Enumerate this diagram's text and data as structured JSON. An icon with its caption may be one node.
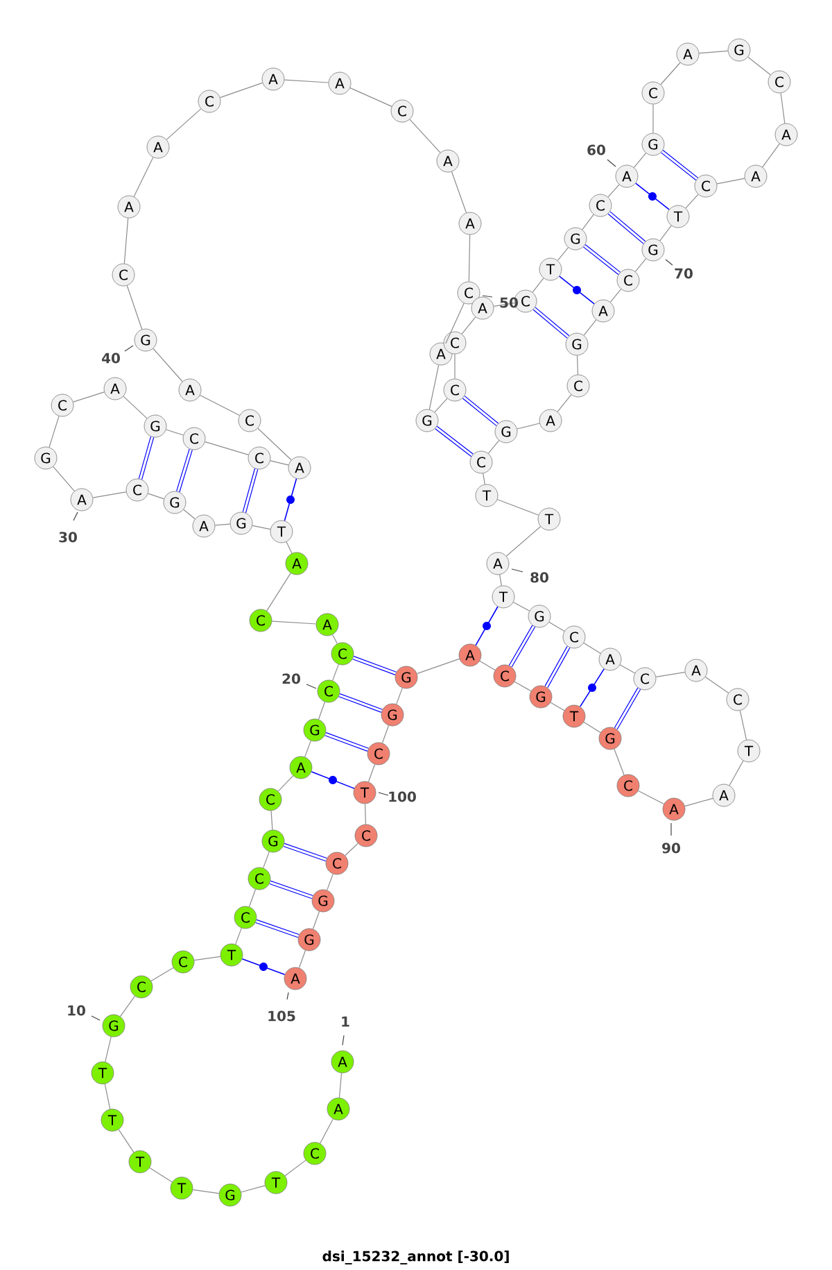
{
  "diagram": {
    "title": "dsi_15232_annot [-30.0]",
    "nodes": [
      {
        "text": [
          "A"
        ]
      },
      {
        "text": [
          "A"
        ]
      },
      {
        "text": [
          "C"
        ]
      },
      {
        "text": [
          "T"
        ]
      },
      {
        "text": [
          "G"
        ]
      },
      {
        "text": [
          "T"
        ]
      },
      {
        "text": [
          "T"
        ]
      },
      {
        "text": [
          "T"
        ]
      },
      {
        "text": [
          "T"
        ]
      },
      {
        "text": [
          "G"
        ]
      },
      {
        "text": [
          "C"
        ]
      },
      {
        "text": [
          "C"
        ]
      },
      {
        "text": [
          "T"
        ]
      },
      {
        "text": [
          "C"
        ]
      },
      {
        "text": [
          "C"
        ]
      },
      {
        "text": [
          "G"
        ]
      },
      {
        "text": [
          "C"
        ]
      },
      {
        "text": [
          "A"
        ]
      },
      {
        "text": [
          "G"
        ]
      },
      {
        "text": [
          "C"
        ]
      },
      {
        "text": [
          "C"
        ]
      },
      {
        "text": [
          "A"
        ]
      },
      {
        "text": [
          "C"
        ]
      },
      {
        "text": [
          "A"
        ]
      },
      {
        "text": [
          "T"
        ]
      },
      {
        "text": [
          "G"
        ]
      },
      {
        "text": [
          "A"
        ]
      },
      {
        "text": [
          "G"
        ]
      },
      {
        "text": [
          "C"
        ]
      },
      {
        "text": [
          "A"
        ]
      },
      {
        "text": [
          "G"
        ]
      },
      {
        "text": [
          "C"
        ]
      },
      {
        "text": [
          "A"
        ]
      },
      {
        "text": [
          "G"
        ]
      },
      {
        "text": [
          "C"
        ]
      },
      {
        "text": [
          "C"
        ]
      },
      {
        "text": [
          "A"
        ]
      },
      {
        "text": [
          "C"
        ]
      },
      {
        "text": [
          "A"
        ]
      },
      {
        "text": [
          "G"
        ]
      },
      {
        "text": [
          "C"
        ]
      },
      {
        "text": [
          "A"
        ]
      },
      {
        "text": [
          "A"
        ]
      },
      {
        "text": [
          "C"
        ]
      },
      {
        "text": [
          "A"
        ]
      },
      {
        "text": [
          "A"
        ]
      },
      {
        "text": [
          "C"
        ]
      },
      {
        "text": [
          "A"
        ]
      },
      {
        "text": [
          "A"
        ]
      },
      {
        "text": [
          "C"
        ]
      },
      {
        "text": [
          "A"
        ]
      },
      {
        "text": [
          "G"
        ]
      },
      {
        "text": [
          "C"
        ]
      },
      {
        "text": [
          "C"
        ]
      },
      {
        "text": [
          "A"
        ]
      },
      {
        "text": [
          "C"
        ]
      },
      {
        "text": [
          "T"
        ]
      },
      {
        "text": [
          "G"
        ]
      },
      {
        "text": [
          "C"
        ]
      },
      {
        "text": [
          "A"
        ]
      },
      {
        "text": [
          "G"
        ]
      },
      {
        "text": [
          "C"
        ]
      },
      {
        "text": [
          "A"
        ]
      },
      {
        "text": [
          "G"
        ]
      },
      {
        "text": [
          "C"
        ]
      },
      {
        "text": [
          "A"
        ]
      },
      {
        "text": [
          "A"
        ]
      },
      {
        "text": [
          "C"
        ]
      },
      {
        "text": [
          "T"
        ]
      },
      {
        "text": [
          "G"
        ]
      },
      {
        "text": [
          "C"
        ]
      },
      {
        "text": [
          "A"
        ]
      },
      {
        "text": [
          "G"
        ]
      },
      {
        "text": [
          "C"
        ]
      },
      {
        "text": [
          "A"
        ]
      },
      {
        "text": [
          "G"
        ]
      },
      {
        "text": [
          "C"
        ]
      },
      {
        "text": [
          "T"
        ]
      },
      {
        "text": [
          "T"
        ]
      },
      {
        "text": [
          "A"
        ]
      },
      {
        "text": [
          "T"
        ]
      },
      {
        "text": [
          "G"
        ]
      },
      {
        "text": [
          "C"
        ]
      },
      {
        "text": [
          "A"
        ]
      },
      {
        "text": [
          "C"
        ]
      },
      {
        "text": [
          "A"
        ]
      },
      {
        "text": [
          "C"
        ]
      },
      {
        "text": [
          "T"
        ]
      },
      {
        "text": [
          "A"
        ]
      },
      {
        "text": [
          "A"
        ]
      },
      {
        "text": [
          "C"
        ]
      },
      {
        "text": [
          "G"
        ]
      },
      {
        "text": [
          "T"
        ]
      },
      {
        "text": [
          "G"
        ]
      },
      {
        "text": [
          "C"
        ]
      },
      {
        "text": [
          "A"
        ]
      },
      {
        "text": [
          "G"
        ]
      },
      {
        "text": [
          "G"
        ]
      },
      {
        "text": [
          "C"
        ]
      },
      {
        "text": [
          "T"
        ]
      },
      {
        "text": [
          "C"
        ]
      },
      {
        "text": [
          "C"
        ]
      },
      {
        "text": [
          "G"
        ]
      },
      {
        "text": [
          "G"
        ]
      },
      {
        "text": [
          "A"
        ]
      }
    ],
    "edges": [
      {
        "from": 0,
        "to": 1,
        "arrow": "none"
      },
      {
        "from": 1,
        "to": 2,
        "arrow": "none"
      },
      {
        "from": 2,
        "to": 3,
        "arrow": "none"
      },
      {
        "from": 3,
        "to": 4,
        "arrow": "none"
      },
      {
        "from": 4,
        "to": 5,
        "arrow": "none"
      },
      {
        "from": 5,
        "to": 6,
        "arrow": "none"
      },
      {
        "from": 6,
        "to": 7,
        "arrow": "none"
      },
      {
        "from": 7,
        "to": 8,
        "arrow": "none"
      },
      {
        "from": 8,
        "to": 9,
        "arrow": "none"
      },
      {
        "from": 9,
        "to": 10,
        "arrow": "none"
      },
      {
        "from": 10,
        "to": 11,
        "arrow": "none"
      },
      {
        "from": 11,
        "to": 12,
        "arrow": "none"
      },
      {
        "from": 12,
        "to": 13,
        "arrow": "none"
      },
      {
        "from": 13,
        "to": 14,
        "arrow": "none"
      },
      {
        "from": 14,
        "to": 15,
        "arrow": "none"
      },
      {
        "from": 15,
        "to": 16,
        "arrow": "none"
      },
      {
        "from": 16,
        "to": 17,
        "arrow": "none"
      },
      {
        "from": 17,
        "to": 18,
        "arrow": "none"
      },
      {
        "from": 18,
        "to": 19,
        "arrow": "none"
      },
      {
        "from": 19,
        "to": 20,
        "arrow": "none"
      },
      {
        "from": 20,
        "to": 21,
        "arrow": "none"
      },
      {
        "from": 21,
        "to": 22,
        "arrow": "none"
      },
      {
        "from": 22,
        "to": 23,
        "arrow": "none"
      },
      {
        "from": 23,
        "to": 24,
        "arrow": "none"
      },
      {
        "from": 24,
        "to": 25,
        "arrow": "none"
      },
      {
        "from": 25,
        "to": 26,
        "arrow": "none"
      },
      {
        "from": 26,
        "to": 27,
        "arrow": "none"
      },
      {
        "from": 27,
        "to": 28,
        "arrow": "none"
      },
      {
        "from": 28,
        "to": 29,
        "arrow": "none"
      },
      {
        "from": 29,
        "to": 30,
        "arrow": "none"
      },
      {
        "from": 30,
        "to": 31,
        "arrow": "none"
      },
      {
        "from": 31,
        "to": 32,
        "arrow": "none"
      },
      {
        "from": 32,
        "to": 33,
        "arrow": "none"
      },
      {
        "from": 33,
        "to": 34,
        "arrow": "none"
      },
      {
        "from": 34,
        "to": 35,
        "arrow": "none"
      },
      {
        "from": 35,
        "to": 36,
        "arrow": "none"
      },
      {
        "from": 36,
        "to": 37,
        "arrow": "none"
      },
      {
        "from": 37,
        "to": 38,
        "arrow": "none"
      },
      {
        "from": 38,
        "to": 39,
        "arrow": "none"
      },
      {
        "from": 39,
        "to": 40,
        "arrow": "none"
      },
      {
        "from": 40,
        "to": 41,
        "arrow": "none"
      },
      {
        "from": 41,
        "to": 42,
        "arrow": "none"
      },
      {
        "from": 42,
        "to": 43,
        "arrow": "none"
      },
      {
        "from": 43,
        "to": 44,
        "arrow": "none"
      },
      {
        "from": 44,
        "to": 45,
        "arrow": "none"
      },
      {
        "from": 45,
        "to": 46,
        "arrow": "none"
      },
      {
        "from": 46,
        "to": 47,
        "arrow": "none"
      },
      {
        "from": 47,
        "to": 48,
        "arrow": "none"
      },
      {
        "from": 48,
        "to": 49,
        "arrow": "none"
      },
      {
        "from": 49,
        "to": 50,
        "arrow": "none"
      },
      {
        "from": 50,
        "to": 51,
        "arrow": "none"
      },
      {
        "from": 51,
        "to": 52,
        "arrow": "none"
      },
      {
        "from": 52,
        "to": 53,
        "arrow": "none"
      },
      {
        "from": 53,
        "to": 54,
        "arrow": "none"
      },
      {
        "from": 54,
        "to": 55,
        "arrow": "none"
      },
      {
        "from": 55,
        "to": 56,
        "arrow": "none"
      },
      {
        "from": 56,
        "to": 57,
        "arrow": "none"
      },
      {
        "from": 57,
        "to": 58,
        "arrow": "none"
      },
      {
        "from": 58,
        "to": 59,
        "arrow": "none"
      },
      {
        "from": 59,
        "to": 60,
        "arrow": "none"
      },
      {
        "from": 60,
        "to": 61,
        "arrow": "none"
      },
      {
        "from": 61,
        "to": 62,
        "arrow": "none"
      },
      {
        "from": 62,
        "to": 63,
        "arrow": "none"
      },
      {
        "from": 63,
        "to": 64,
        "arrow": "none"
      },
      {
        "from": 64,
        "to": 65,
        "arrow": "none"
      },
      {
        "from": 65,
        "to": 66,
        "arrow": "none"
      },
      {
        "from": 66,
        "to": 67,
        "arrow": "none"
      },
      {
        "from": 67,
        "to": 68,
        "arrow": "none"
      },
      {
        "from": 68,
        "to": 69,
        "arrow": "none"
      },
      {
        "from": 69,
        "to": 70,
        "arrow": "none"
      },
      {
        "from": 70,
        "to": 71,
        "arrow": "none"
      },
      {
        "from": 71,
        "to": 72,
        "arrow": "none"
      },
      {
        "from": 72,
        "to": 73,
        "arrow": "none"
      },
      {
        "from": 73,
        "to": 74,
        "arrow": "none"
      },
      {
        "from": 74,
        "to": 75,
        "arrow": "none"
      },
      {
        "from": 75,
        "to": 76,
        "arrow": "none"
      },
      {
        "from": 76,
        "to": 77,
        "arrow": "none"
      },
      {
        "from": 77,
        "to": 78,
        "arrow": "none"
      },
      {
        "from": 78,
        "to": 79,
        "arrow": "none"
      },
      {
        "from": 79,
        "to": 80,
        "arrow": "none"
      },
      {
        "from": 80,
        "to": 81,
        "arrow": "none"
      },
      {
        "from": 81,
        "to": 82,
        "arrow": "none"
      },
      {
        "from": 82,
        "to": 83,
        "arrow": "none"
      },
      {
        "from": 83,
        "to": 84,
        "arrow": "none"
      },
      {
        "from": 84,
        "to": 85,
        "arrow": "none"
      },
      {
        "from": 85,
        "to": 86,
        "arrow": "none"
      },
      {
        "from": 86,
        "to": 87,
        "arrow": "none"
      },
      {
        "from": 87,
        "to": 88,
        "arrow": "none"
      },
      {
        "from": 88,
        "to": 89,
        "arrow": "none"
      },
      {
        "from": 89,
        "to": 90,
        "arrow": "none"
      },
      {
        "from": 90,
        "to": 91,
        "arrow": "none"
      },
      {
        "from": 91,
        "to": 92,
        "arrow": "none"
      },
      {
        "from": 92,
        "to": 93,
        "arrow": "none"
      },
      {
        "from": 93,
        "to": 94,
        "arrow": "none"
      },
      {
        "from": 94,
        "to": 95,
        "arrow": "none"
      },
      {
        "from": 95,
        "to": 96,
        "arrow": "none"
      },
      {
        "from": 96,
        "to": 97,
        "arrow": "none"
      },
      {
        "from": 97,
        "to": 98,
        "arrow": "none"
      },
      {
        "from": 98,
        "to": 99,
        "arrow": "none"
      },
      {
        "from": 99,
        "to": 100,
        "arrow": "none"
      },
      {
        "from": 100,
        "to": 101,
        "arrow": "none"
      },
      {
        "from": 101,
        "to": 102,
        "arrow": "none"
      },
      {
        "from": 102,
        "to": 103,
        "arrow": "none"
      },
      {
        "from": 103,
        "to": 104,
        "arrow": "none"
      },
      {
        "from": 12,
        "to": 104,
        "arrow": "none",
        "color": "#0000ff"
      },
      {
        "from": 13,
        "to": 103,
        "arrow": "none",
        "style": "thick",
        "color": "#0000ff"
      },
      {
        "from": 14,
        "to": 102,
        "arrow": "none",
        "style": "thick",
        "color": "#0000ff"
      },
      {
        "from": 15,
        "to": 101,
        "arrow": "none",
        "style": "thick",
        "color": "#0000ff"
      },
      {
        "from": 17,
        "to": 99,
        "arrow": "none",
        "color": "#0000ff"
      },
      {
        "from": 18,
        "to": 98,
        "arrow": "none",
        "style": "thick",
        "color": "#0000ff"
      },
      {
        "from": 19,
        "to": 97,
        "arrow": "none",
        "style": "thick",
        "color": "#0000ff"
      },
      {
        "from": 20,
        "to": 96,
        "arrow": "none",
        "style": "thick",
        "color": "#0000ff"
      },
      {
        "from": 24,
        "to": 36,
        "arrow": "none",
        "color": "#0000ff"
      },
      {
        "from": 25,
        "to": 35,
        "arrow": "none",
        "style": "thick",
        "color": "#0000ff"
      },
      {
        "from": 27,
        "to": 34,
        "arrow": "none",
        "style": "thick",
        "color": "#0000ff"
      },
      {
        "from": 28,
        "to": 33,
        "arrow": "none",
        "style": "thick",
        "color": "#0000ff"
      },
      {
        "from": 51,
        "to": 76,
        "arrow": "none",
        "style": "thick",
        "color": "#0000ff"
      },
      {
        "from": 52,
        "to": 75,
        "arrow": "none",
        "style": "thick",
        "color": "#0000ff"
      },
      {
        "from": 55,
        "to": 72,
        "arrow": "none",
        "style": "thick",
        "color": "#0000ff"
      },
      {
        "from": 56,
        "to": 71,
        "arrow": "none",
        "color": "#0000ff"
      },
      {
        "from": 57,
        "to": 70,
        "arrow": "none",
        "style": "thick",
        "color": "#0000ff"
      },
      {
        "from": 58,
        "to": 69,
        "arrow": "none",
        "style": "thick",
        "color": "#0000ff"
      },
      {
        "from": 59,
        "to": 68,
        "arrow": "none",
        "color": "#0000ff"
      },
      {
        "from": 60,
        "to": 67,
        "arrow": "none",
        "style": "thick",
        "color": "#0000ff"
      },
      {
        "from": 80,
        "to": 95,
        "arrow": "none",
        "color": "#0000ff"
      },
      {
        "from": 81,
        "to": 94,
        "arrow": "none",
        "style": "thick",
        "color": "#0000ff"
      },
      {
        "from": 82,
        "to": 93,
        "arrow": "none",
        "style": "thick",
        "color": "#0000ff"
      },
      {
        "from": 83,
        "to": 92,
        "arrow": "none",
        "color": "#0000ff"
      },
      {
        "from": 84,
        "to": 91,
        "arrow": "none",
        "style": "thick",
        "color": "#0000ff"
      }
    ],
    "labels": [
      "1",
      "10",
      "20",
      "30",
      "40",
      "50",
      "60",
      "70",
      "80",
      "90",
      "100",
      "105"
    ]
  }
}
